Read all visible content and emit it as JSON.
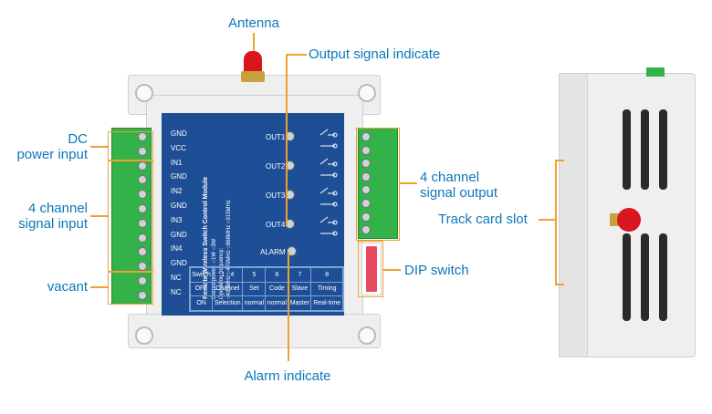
{
  "labels": {
    "antenna": "Antenna",
    "output_signal": "Output signal indicate",
    "dc_power": [
      "DC",
      "power input"
    ],
    "signal_input": [
      "4 channel",
      "signal input"
    ],
    "vacant": "vacant",
    "channel_output": [
      "4 channel",
      "signal output"
    ],
    "track_slot": "Track card slot",
    "dip_switch": "DIP switch",
    "alarm": "Alarm indicate"
  },
  "terminals": [
    "GND",
    "VCC",
    "IN1",
    "GND",
    "IN2",
    "GND",
    "IN3",
    "GND",
    "IN4",
    "GND",
    "NC",
    "NC"
  ],
  "outputs": [
    "OUT1",
    "OUT2",
    "OUT3",
    "OUT4"
  ],
  "alarm_label": "ALARM",
  "module_title": "Remote Wireless Switch Control Module",
  "module_specs": [
    "Output power: ○1W ○3W",
    "Operation frequency:",
    "○433MHz ○470MHz ○868MHz ○915MHz"
  ],
  "dip_table": {
    "rows": [
      [
        "Switch",
        "1 - 4",
        "5",
        "6",
        "7",
        "8"
      ],
      [
        "OFF",
        "Channel",
        "Set",
        "Code",
        "Slave",
        "Timing"
      ],
      [
        "ON",
        "Selection",
        "normal",
        "normal",
        "Master",
        "Real-time"
      ]
    ]
  },
  "colors": {
    "label_text": "#0a78b8",
    "leader_line": "#f0a030",
    "panel": "#1e4f96",
    "terminal": "#33b24a",
    "antenna": "#d9161e",
    "dip_block": "#e84a5f"
  }
}
